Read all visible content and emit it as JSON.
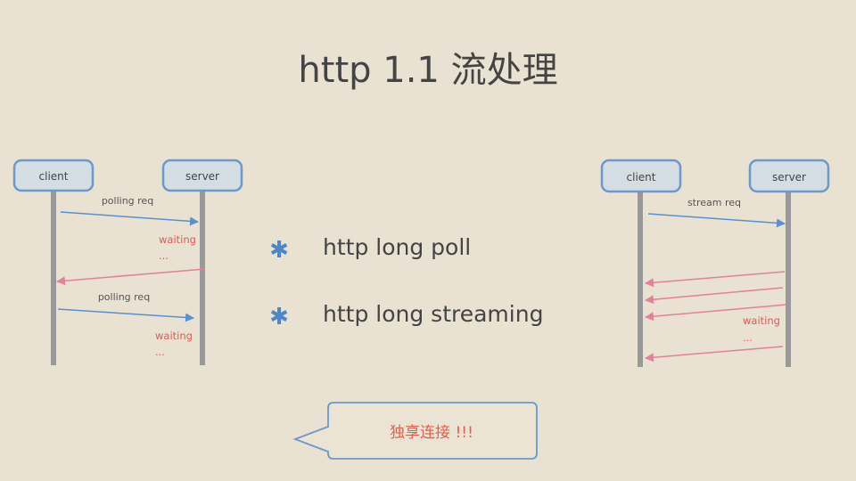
{
  "title": "http 1.1 流处理",
  "colors": {
    "background": "#e9e1d1",
    "request": "#5b8fd0",
    "response": "#e2819a",
    "waiting": "#e05a5a",
    "box": "#d3dde3"
  },
  "left_diagram": {
    "client": "client",
    "server": "server",
    "req1": "polling req",
    "wait1": "waiting",
    "dots1": "...",
    "req2": "polling req",
    "wait2": "waiting",
    "dots2": "..."
  },
  "right_diagram": {
    "client": "client",
    "server": "server",
    "req": "stream req",
    "wait": "waiting",
    "dots": "..."
  },
  "bullets": [
    {
      "icon": "asterisk-icon",
      "symbol": "✱",
      "text": "http long poll"
    },
    {
      "icon": "asterisk-icon",
      "symbol": "✱",
      "text": "http long streaming"
    }
  ],
  "callout": "独享连接 !!!"
}
